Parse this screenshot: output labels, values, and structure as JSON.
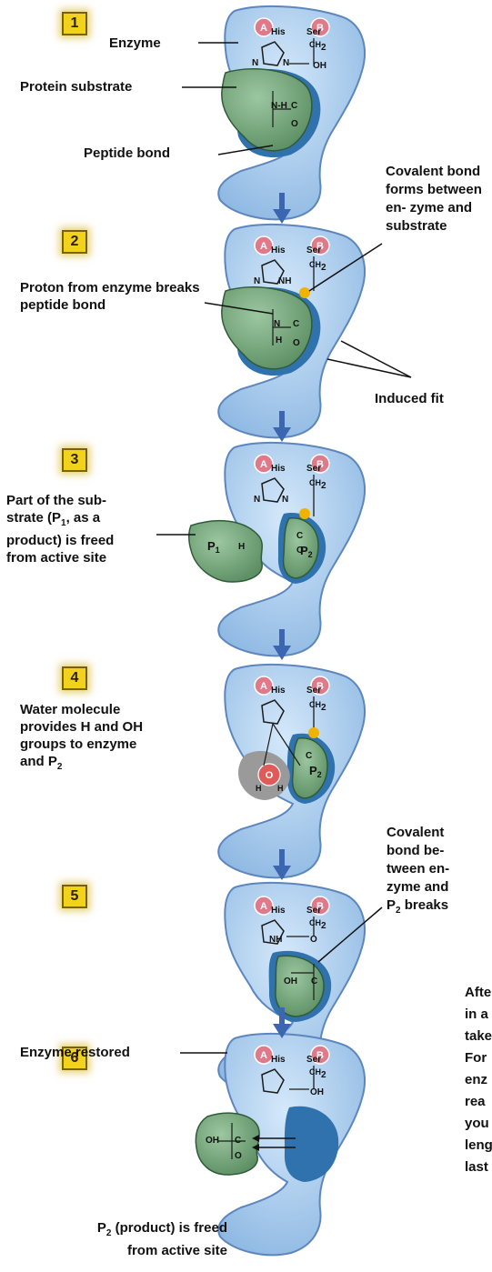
{
  "steps": [
    {
      "number": "1",
      "labels": {
        "enzyme": "Enzyme",
        "substrate": "Protein substrate",
        "peptide_bond": "Peptide bond"
      },
      "atoms": {
        "a": "A",
        "b": "B",
        "his": "His",
        "ser": "Ser",
        "ch2": "CH",
        "oh": "OH",
        "n1": "N",
        "n2": "N",
        "h": "H",
        "n3": "N",
        "c": "C",
        "o": "O"
      }
    },
    {
      "number": "2",
      "labels": {
        "covalent_forms": "Covalent bond forms between en- zyme and substrate",
        "proton": "Proton from enzyme breaks peptide bond",
        "induced_fit": "Induced fit"
      },
      "atoms": {
        "a": "A",
        "b": "B",
        "his": "His",
        "ser": "Ser",
        "ch2": "CH",
        "nh": "NH",
        "n1": "N",
        "n3": "N",
        "h": "H",
        "c": "C",
        "o": "O"
      }
    },
    {
      "number": "3",
      "labels": {
        "part_freed_a": "Part of the sub-",
        "part_freed_b": "strate (P",
        "part_freed_sub": "1",
        "part_freed_c": ", as a",
        "part_freed_d": "product) is freed",
        "part_freed_e": "from active site"
      },
      "atoms": {
        "a": "A",
        "b": "B",
        "his": "His",
        "ser": "Ser",
        "ch2": "CH",
        "p": "P",
        "p1_sub": "1",
        "p2_sub": "2",
        "n1": "N",
        "n2": "N",
        "h": "H",
        "c": "C",
        "o": "O"
      }
    },
    {
      "number": "4",
      "labels": {
        "water_a": "Water molecule",
        "water_b": "provides H and OH",
        "water_c": "groups to enzyme",
        "water_d": "and P",
        "water_sub": "2",
        "covalent_breaks_a": "Covalent",
        "covalent_breaks_b": "bond be-",
        "covalent_breaks_c": "tween en-",
        "covalent_breaks_d": "zyme and"
      },
      "atoms": {
        "a": "A",
        "b": "B",
        "his": "His",
        "ser": "Ser",
        "ch2": "CH",
        "o": "O",
        "h": "H",
        "p": "P",
        "p2_sub": "2",
        "c": "C"
      }
    },
    {
      "number": "5",
      "labels": {
        "covalent_breaks_e": "P",
        "covalent_breaks_sub": "2",
        "covalent_breaks_f": " breaks"
      },
      "atoms": {
        "a": "A",
        "b": "B",
        "his": "His",
        "ser": "Ser",
        "ch2": "CH",
        "nh": "NH",
        "o": "O",
        "oh": "OH",
        "c": "C"
      }
    },
    {
      "number": "6",
      "labels": {
        "restored": "Enzyme restored",
        "p2_freed_a": "P",
        "p2_freed_sub": "2",
        "p2_freed_b": " (product) is freed",
        "p2_freed_c": "from active site"
      },
      "atoms": {
        "a": "A",
        "b": "B",
        "his": "His",
        "ser": "Ser",
        "ch2": "CH",
        "oh": "OH",
        "oh2": "OH",
        "c": "C",
        "o": "O"
      }
    }
  ],
  "side_text": [
    "Afte",
    "in a",
    "take",
    "For",
    "enz",
    "rea",
    "you",
    "leng",
    "last"
  ],
  "colors": {
    "enzyme": "#a9cdef",
    "enzyme_edge": "#5c86bd",
    "pocket": "#2f72ad",
    "substrate": "#74a57a",
    "substrate_edge": "#2f5b38",
    "bond": "#f0b400",
    "arrow": "#3d66b0",
    "badge": "#f2d21a",
    "atom_circle": "#e07a8a",
    "water": "#e05a5a"
  }
}
